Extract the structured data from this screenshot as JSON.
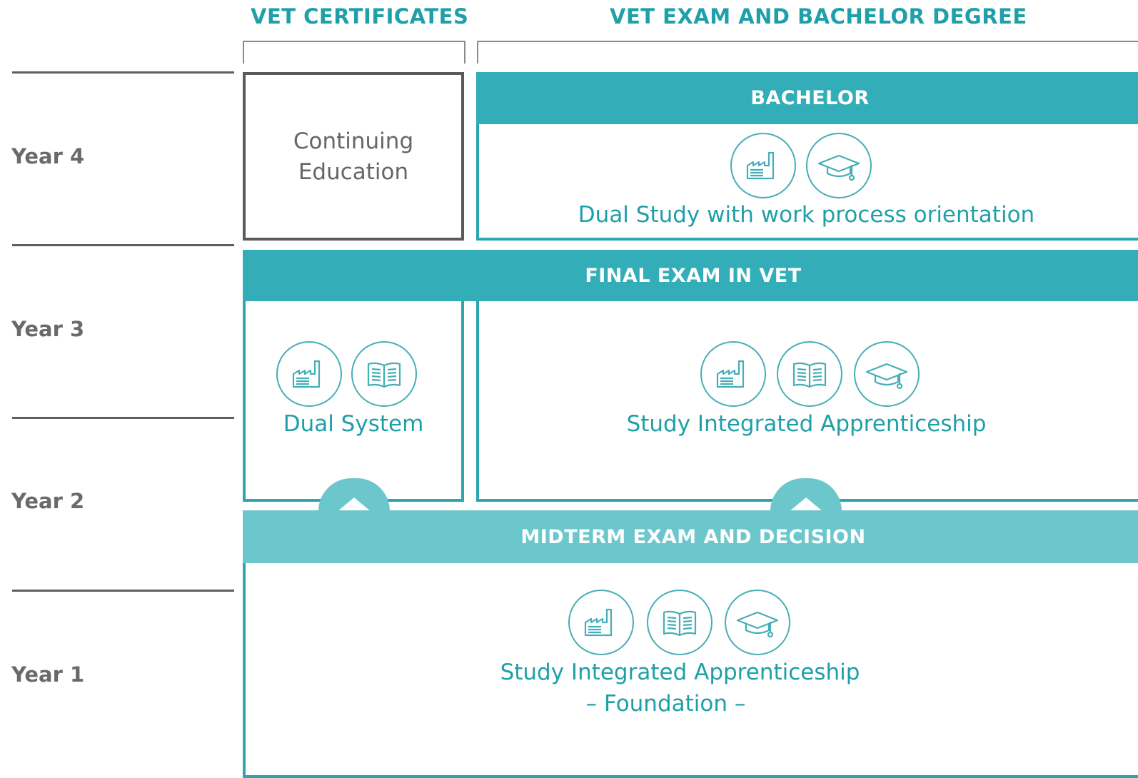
{
  "colors": {
    "teal_dark": "#33aeb8",
    "teal_light": "#6cc7cc",
    "text_teal": "#1f9fa8",
    "grey": "#666666"
  },
  "headers": {
    "vet_certificates": "VET CERTIFICATES",
    "vet_exam_bachelor": "VET EXAM AND BACHELOR DEGREE"
  },
  "years": [
    "Year 4",
    "Year 3",
    "Year 2",
    "Year 1"
  ],
  "continuing_education": {
    "line1": "Continuing",
    "line2": "Education"
  },
  "bachelor": {
    "title": "BACHELOR",
    "caption": "Dual Study with work process orientation",
    "icons": [
      "factory-icon",
      "graduation-cap-icon"
    ]
  },
  "final_exam": {
    "title": "FINAL EXAM IN VET"
  },
  "dual_system": {
    "caption": "Dual System",
    "icons": [
      "factory-icon",
      "book-icon"
    ]
  },
  "study_integrated": {
    "caption": "Study Integrated Apprenticeship",
    "icons": [
      "factory-icon",
      "book-icon",
      "graduation-cap-icon"
    ]
  },
  "midterm": {
    "title": "MIDTERM EXAM AND DECISION"
  },
  "foundation": {
    "line1": "Study Integrated Apprenticeship",
    "line2": "– Foundation –",
    "icons": [
      "factory-icon",
      "book-icon",
      "graduation-cap-icon"
    ]
  }
}
